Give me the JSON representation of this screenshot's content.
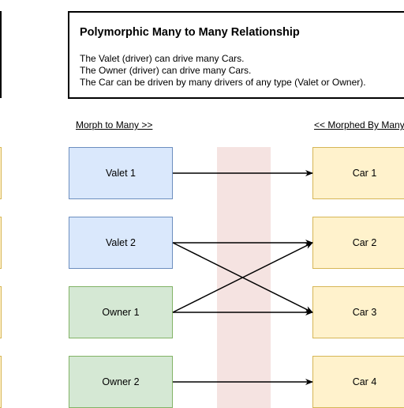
{
  "info": {
    "title": "Polymorphic Many to Many Relationship",
    "lines": [
      "The Valet (driver) can drive many Cars.",
      "The Owner (driver) can drive many Cars.",
      "The Car can be driven by many drivers of any type (Valet or Owner)."
    ]
  },
  "headers": {
    "left": "Morph to Many >>",
    "right": "<< Morphed By Many"
  },
  "drivers": [
    {
      "label": "Valet 1",
      "type": "valet"
    },
    {
      "label": "Valet 2",
      "type": "valet"
    },
    {
      "label": "Owner 1",
      "type": "owner"
    },
    {
      "label": "Owner 2",
      "type": "owner"
    }
  ],
  "cars": [
    {
      "label": "Car 1"
    },
    {
      "label": "Car 2"
    },
    {
      "label": "Car 3"
    },
    {
      "label": "Car 4"
    }
  ],
  "connections": [
    {
      "from": "Valet 1",
      "to": "Car 1"
    },
    {
      "from": "Valet 2",
      "to": "Car 2"
    },
    {
      "from": "Valet 2",
      "to": "Car 3"
    },
    {
      "from": "Owner 1",
      "to": "Car 2"
    },
    {
      "from": "Owner 1",
      "to": "Car 3"
    },
    {
      "from": "Owner 2",
      "to": "Car 4"
    }
  ],
  "colors": {
    "valet_fill": "#dae8fc",
    "valet_stroke": "#6c8ebf",
    "owner_fill": "#d5e8d4",
    "owner_stroke": "#82b366",
    "car_fill": "#fff2cc",
    "car_stroke": "#d6b656",
    "band": "#f5e3e1"
  }
}
